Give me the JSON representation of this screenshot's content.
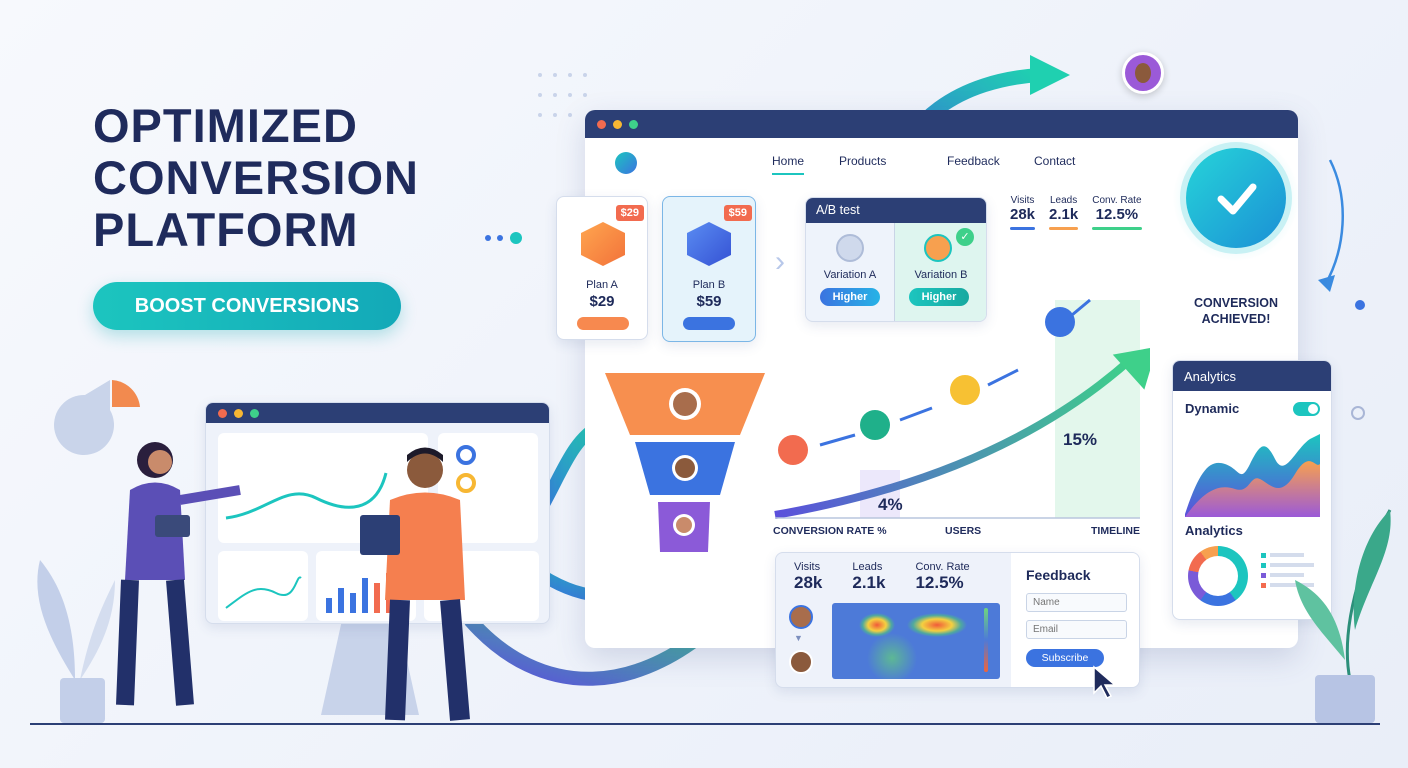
{
  "headline": {
    "line1": "OPTIMIZED",
    "line2": "CONVERSION",
    "line3": "PLATFORM"
  },
  "cta": {
    "label": "BOOST CONVERSIONS"
  },
  "nav": {
    "items": [
      "Home",
      "Products",
      "Feedback",
      "Contact"
    ],
    "active": "Home"
  },
  "plans": [
    {
      "name": "Plan A",
      "price": "$29",
      "tag": "$29"
    },
    {
      "name": "Plan B",
      "price": "$59",
      "tag": "$59"
    }
  ],
  "ab_test": {
    "title": "A/B test",
    "variations": [
      {
        "name": "Variation A",
        "badge": "Higher"
      },
      {
        "name": "Variation B",
        "badge": "Higher"
      }
    ]
  },
  "stats": [
    {
      "label": "Visits",
      "value": "28k"
    },
    {
      "label": "Leads",
      "value": "2.1k"
    },
    {
      "label": "Conv. Rate",
      "value": "12.5%"
    }
  ],
  "status": {
    "line1": "CONVERSION",
    "line2": "ACHIEVED!"
  },
  "growth": {
    "start": "4%",
    "end": "15%",
    "axis": [
      "CONVERSION RATE %",
      "USERS",
      "TIMELINE"
    ]
  },
  "feedback": {
    "title": "Feedback",
    "name_placeholder": "Name",
    "email_placeholder": "Email",
    "submit": "Subscribe"
  },
  "analytics": {
    "header": "Analytics",
    "toggle_label": "Dynamic",
    "toggle_on": true,
    "section2": "Analytics"
  },
  "colors": {
    "navy": "#2c3f75",
    "teal": "#1cc5bf",
    "blue": "#3b73e0",
    "orange": "#f26b4f",
    "green": "#3ed08a"
  }
}
